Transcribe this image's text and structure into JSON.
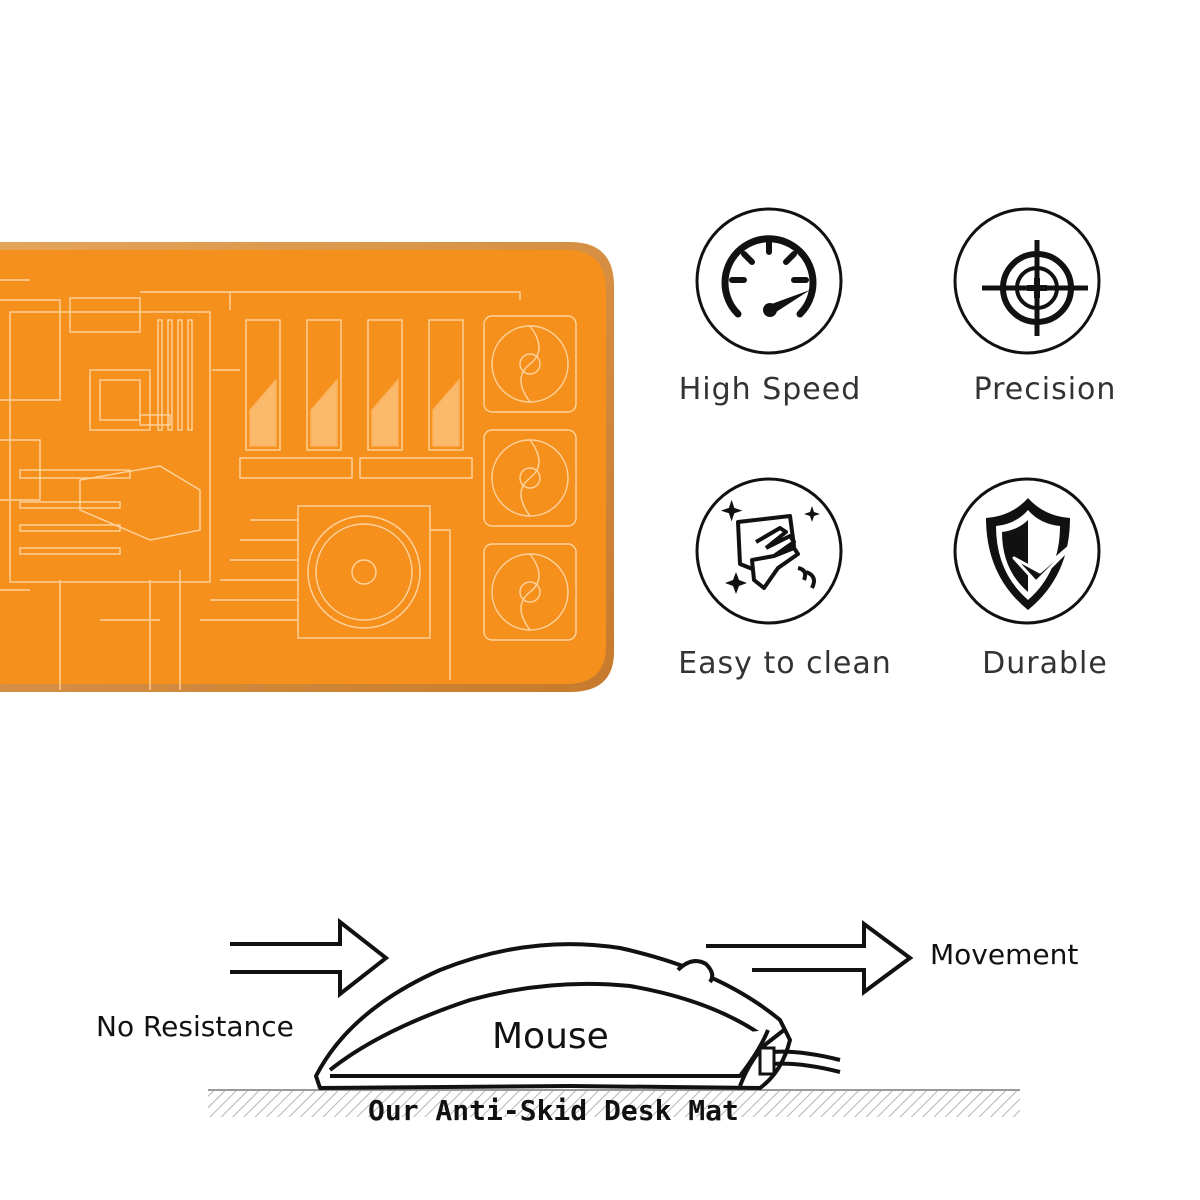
{
  "colors": {
    "mat": "#f6901c",
    "mat_edge": "#d68b3a",
    "ink": "#111111",
    "label": "#333333"
  },
  "features": [
    {
      "label": "High Speed",
      "icon": "speedometer-icon"
    },
    {
      "label": "Precision",
      "icon": "crosshair-icon"
    },
    {
      "label": "Easy to clean",
      "icon": "cleaning-cloth-icon"
    },
    {
      "label": "Durable",
      "icon": "shield-check-icon"
    }
  ],
  "diagram": {
    "no_resistance": "No Resistance",
    "movement": "Movement",
    "mouse": "Mouse",
    "mat": "Our Anti-Skid Desk Mat"
  }
}
